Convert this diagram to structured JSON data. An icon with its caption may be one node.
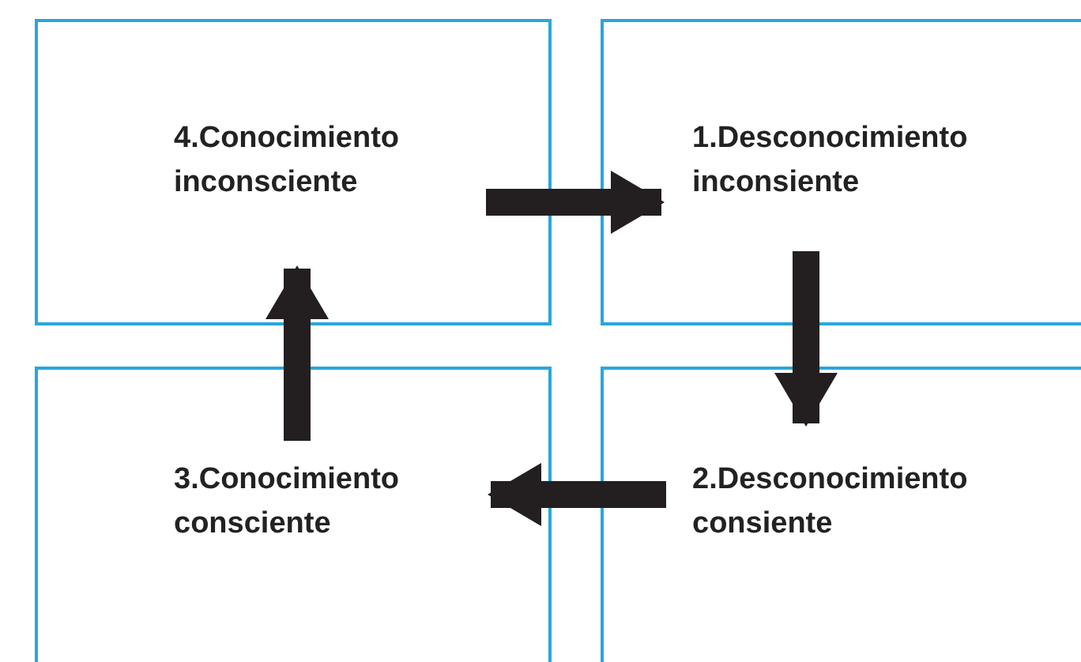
{
  "diagram": {
    "nodes": [
      {
        "text": [
          "4.Conocimiento inconsciente"
        ]
      },
      {
        "text": [
          "1.Desconocimiento inconsiente"
        ]
      },
      {
        "text": [
          "3.Conocimiento consciente"
        ]
      },
      {
        "text": [
          "2.Desconocimiento consiente"
        ]
      }
    ],
    "edges": [
      {
        "from": 0,
        "to": 1,
        "arrow": "to"
      },
      {
        "from": 1,
        "to": 3,
        "arrow": "to"
      },
      {
        "from": 3,
        "to": 2,
        "arrow": "to"
      },
      {
        "from": 2,
        "to": 0,
        "arrow": "to"
      }
    ]
  }
}
